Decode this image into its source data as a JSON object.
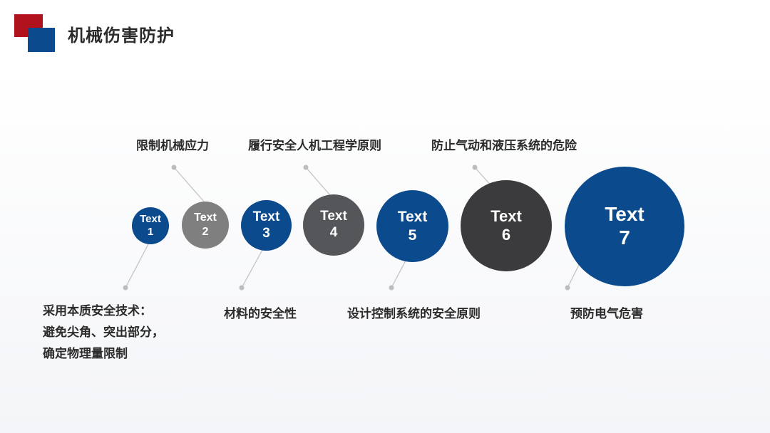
{
  "title": "机械伤害防护",
  "colors": {
    "brand_red": "#b1121d",
    "brand_blue": "#0b4a8c",
    "gray": "#7f7f7f",
    "dark_gray": "#3b3b3d"
  },
  "circles": [
    {
      "word": "Text",
      "num": "1"
    },
    {
      "word": "Text",
      "num": "2"
    },
    {
      "word": "Text",
      "num": "3"
    },
    {
      "word": "Text",
      "num": "4"
    },
    {
      "word": "Text",
      "num": "5"
    },
    {
      "word": "Text",
      "num": "6"
    },
    {
      "word": "Text",
      "num": "7"
    }
  ],
  "labels": {
    "top": [
      "限制机械应力",
      "履行安全人机工程学原则",
      "防止气动和液压系统的危险"
    ],
    "bottom": [
      [
        "采用本质安全技术：",
        "避免尖角、突出部分，",
        "确定物理量限制"
      ],
      [
        "材料的安全性"
      ],
      [
        "设计控制系统的安全原则"
      ],
      [
        "预防电气危害"
      ]
    ]
  }
}
